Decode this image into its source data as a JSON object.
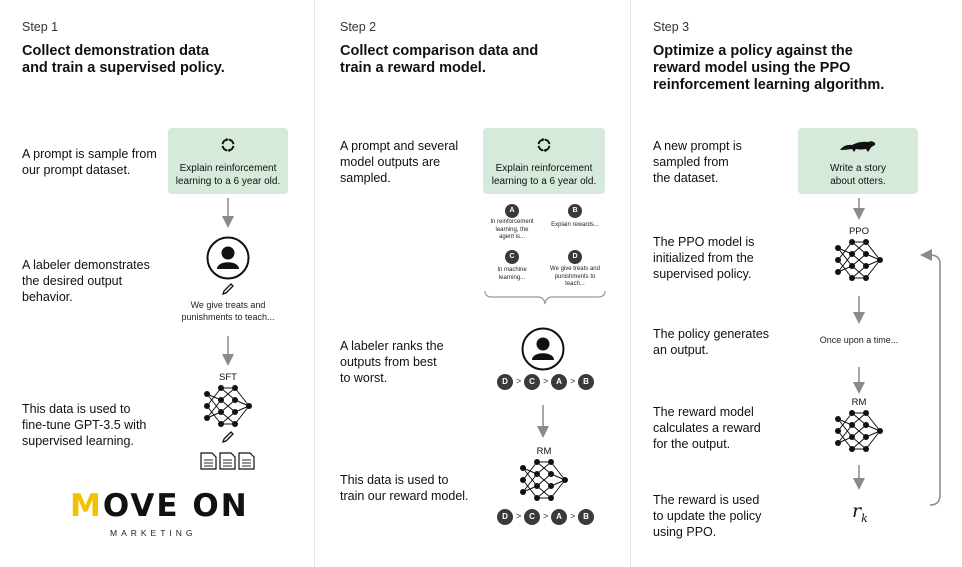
{
  "step1": {
    "label": "Step 1",
    "title_line1": "Collect demonstration data",
    "title_line2": "and train a supervised policy.",
    "desc1": [
      "A prompt is sample from",
      "our prompt dataset."
    ],
    "prompt": [
      "Explain reinforcement",
      "learning to a 6 year old."
    ],
    "desc2": [
      "A labeler demonstrates",
      "the desired output",
      "behavior."
    ],
    "demo": [
      "We give treats and",
      "punishments to teach..."
    ],
    "model_label": "SFT",
    "desc3": [
      "This data is used to",
      "fine-tune GPT-3.5 with",
      "supervised learning."
    ]
  },
  "step2": {
    "label": "Step 2",
    "title_line1": "Collect comparison data and",
    "title_line2": "train a reward model.",
    "desc1": [
      "A prompt and several",
      "model outputs are",
      "sampled."
    ],
    "prompt": [
      "Explain reinforcement",
      "learning to a 6 year old."
    ],
    "outputs": [
      {
        "letter": "A",
        "text": [
          "In reinforcement",
          "learning, the",
          "agent is..."
        ]
      },
      {
        "letter": "B",
        "text": [
          "Explain rewards..."
        ]
      },
      {
        "letter": "C",
        "text": [
          "In machine",
          "learning..."
        ]
      },
      {
        "letter": "D",
        "text": [
          "We give treats and",
          "punishments to",
          "teach..."
        ]
      }
    ],
    "desc2": [
      "A labeler ranks the",
      "outputs from best",
      "to worst."
    ],
    "ranking": [
      "D",
      "C",
      "A",
      "B"
    ],
    "ranking_sep": ">",
    "model_label": "RM",
    "desc3": [
      "This data is used to",
      "train our reward model."
    ]
  },
  "step3": {
    "label": "Step 3",
    "title_line1": "Optimize a policy against the",
    "title_line2": "reward model using the PPO",
    "title_line3": "reinforcement learning algorithm.",
    "desc1": [
      "A new prompt is",
      "sampled from",
      "the dataset."
    ],
    "prompt": [
      "Write a story",
      "about otters."
    ],
    "desc2": [
      "The PPO model is",
      "initialized from the",
      "supervised policy."
    ],
    "ppo_label": "PPO",
    "desc3": [
      "The policy generates",
      "an output."
    ],
    "output": "Once upon a time...",
    "desc4": [
      "The reward model",
      "calculates a reward",
      "for the output."
    ],
    "rm_label": "RM",
    "desc5": [
      "The reward is used",
      "to update the policy",
      "using PPO."
    ],
    "reward_symbol": "r",
    "reward_sub": "k"
  },
  "logo": {
    "main": "MOVE ON",
    "sub": "MARKETING",
    "accent": "#f2c200"
  },
  "colors": {
    "prompt_bg": "#d5eadb",
    "dark": "#3a3a3a",
    "arrow": "#8a8a8a"
  },
  "icons": [
    "refresh-icon",
    "person-icon",
    "pencil-icon",
    "document-icon",
    "otter-icon",
    "network-icon"
  ]
}
